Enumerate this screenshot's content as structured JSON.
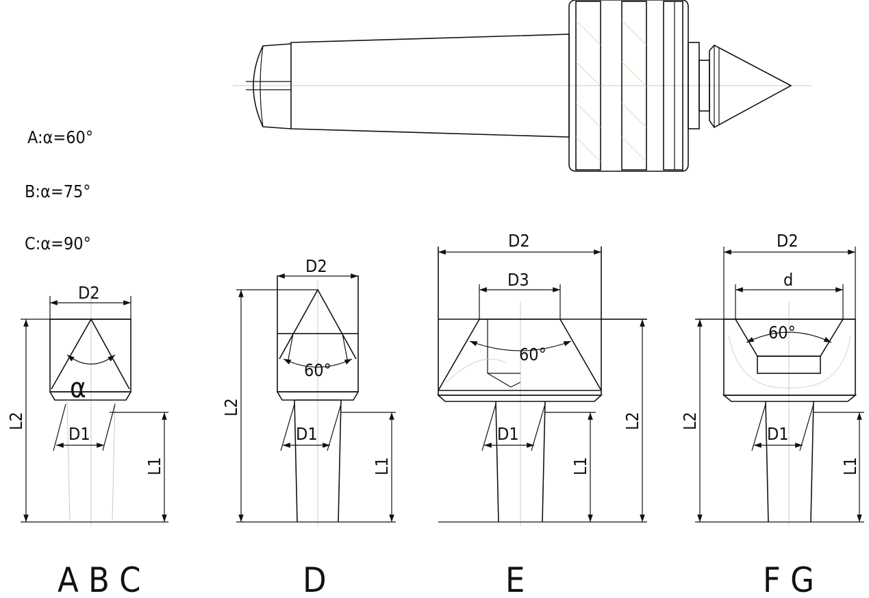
{
  "legend": [
    "A:α=60°",
    "B:α=75°",
    "C:α=90°"
  ],
  "dims": {
    "d2": "D2",
    "d3": "D3",
    "d": "d",
    "d1": "D1",
    "l1": "L1",
    "l2": "L2",
    "angle_60": "60°",
    "alpha": "α"
  },
  "types": {
    "abc": "A B C",
    "d": "D",
    "e": "E",
    "fg": "F G"
  }
}
